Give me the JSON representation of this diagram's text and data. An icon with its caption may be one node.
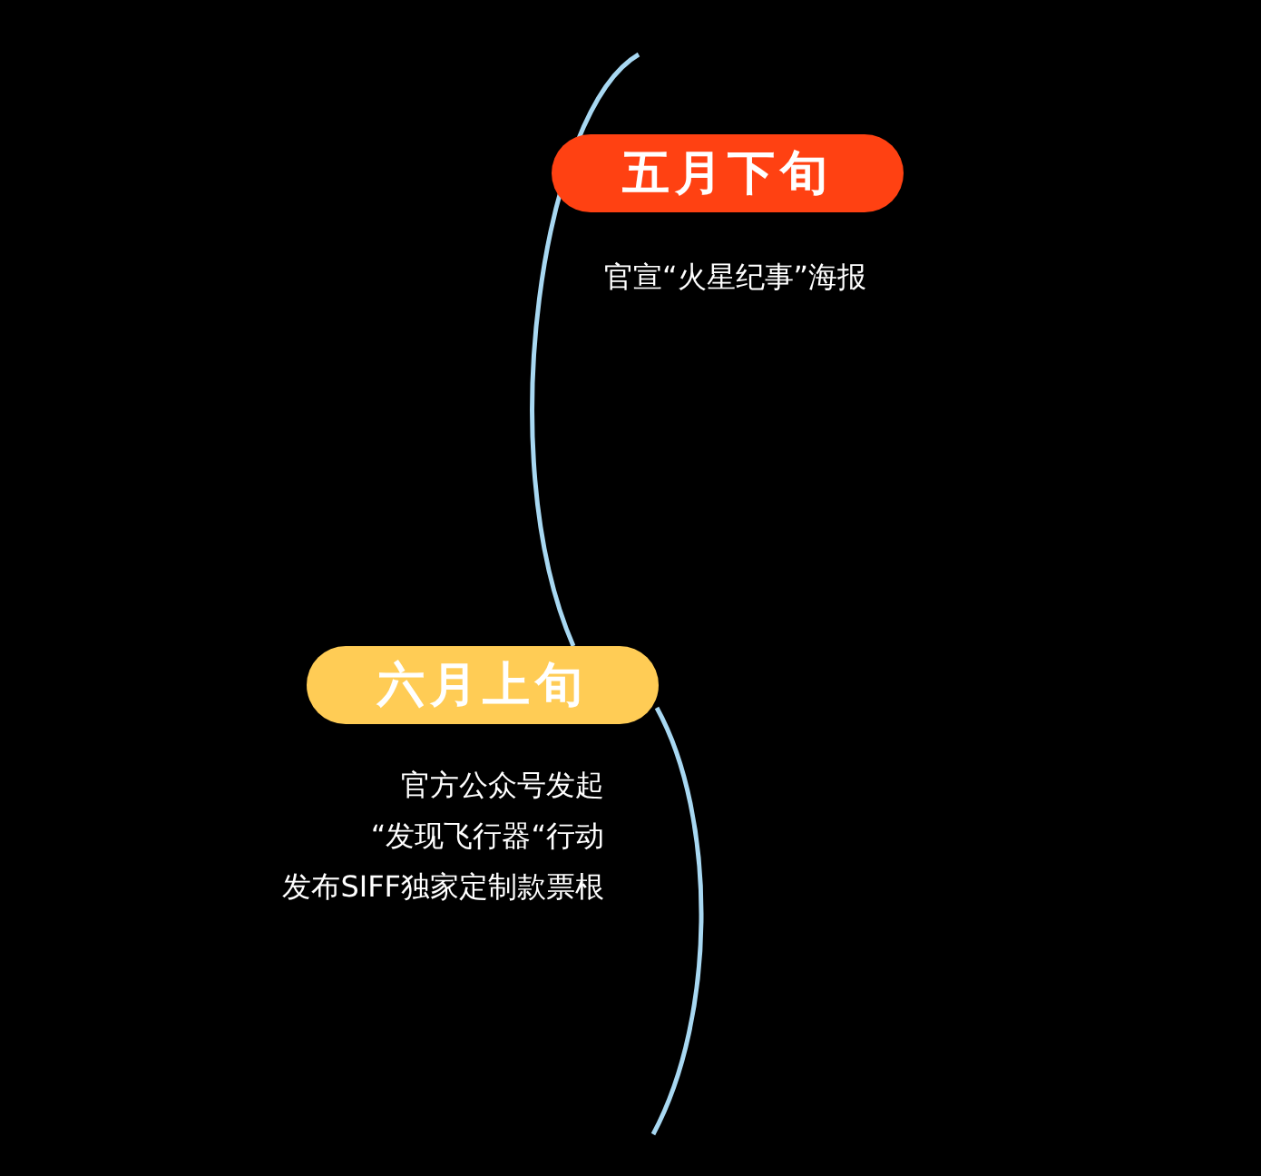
{
  "diagram": {
    "nodes": [
      {
        "text": [
          "五月下旬"
        ],
        "beside": [
          "官宣“火星纪事”海报"
        ]
      },
      {
        "text": [
          "六月上旬"
        ],
        "beside": [
          "官方公众号发起",
          "“发现飞行器“行动",
          "发布SIFF独家定制款票根"
        ]
      }
    ]
  }
}
